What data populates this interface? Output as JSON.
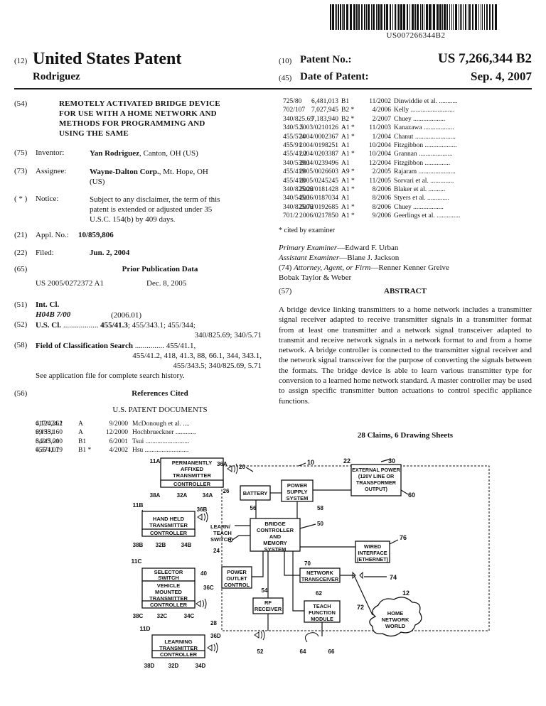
{
  "barcode_number": "US007266344B2",
  "header": {
    "code12": "(12)",
    "doc_type": "United States Patent",
    "inventor_surname": "Rodriguez",
    "code10": "(10)",
    "patent_no_label": "Patent No.:",
    "patent_no": "US 7,266,344 B2",
    "code45": "(45)",
    "date_label": "Date of Patent:",
    "date": "Sep. 4, 2007"
  },
  "biblio": {
    "title_code": "(54)",
    "title_lines": [
      "REMOTELY ACTIVATED BRIDGE DEVICE",
      "FOR USE WITH A HOME NETWORK AND",
      "METHODS FOR PROGRAMMING AND",
      "USING THE SAME"
    ],
    "inventor_code": "(75)",
    "inventor_label": "Inventor:",
    "inventor_name": "Yan Rodriguez",
    "inventor_loc": ", Canton, OH (US)",
    "assignee_code": "(73)",
    "assignee_label": "Assignee:",
    "assignee_name": "Wayne-Dalton Corp.",
    "assignee_loc_1": ", Mt. Hope, OH",
    "assignee_loc_2": "(US)",
    "notice_code": "( * )",
    "notice_label": "Notice:",
    "notice_lines": [
      "Subject to any disclaimer, the term of this",
      "patent is extended or adjusted under 35",
      "U.S.C. 154(b) by 409 days."
    ],
    "appl_code": "(21)",
    "appl_label": "Appl. No.:",
    "appl_no": "10/859,806",
    "filed_code": "(22)",
    "filed_label": "Filed:",
    "filed_date": "Jun. 2, 2004",
    "prior_code": "(65)",
    "prior_heading": "Prior Publication Data",
    "prior_pub": "US 2005/0272372 A1",
    "prior_date": "Dec. 8, 2005",
    "intcl_code": "(51)",
    "intcl_label": "Int. Cl.",
    "intcl_class": "H04B 7/00",
    "intcl_year": "(2006.01)",
    "uscl_code": "(52)",
    "uscl_label": "U.S. Cl.",
    "uscl_dots": "..................",
    "uscl_main": "455/41.3",
    "uscl_rest_1": "; 455/343.1; 455/344;",
    "uscl_rest_2": "340/825.69; 340/5.71",
    "field_code": "(58)",
    "field_label": "Field of Classification Search",
    "field_dots": "...............",
    "field_lines": [
      "455/41.1,",
      "455/41.2, 418, 41.3, 88, 66.1, 344, 343.1,",
      "455/343.5; 340/825.69, 5.71"
    ],
    "field_note": "See application file for complete search history.",
    "refs_code": "(56)",
    "refs_heading": "References Cited",
    "us_docs_heading": "U.S. PATENT DOCUMENTS",
    "cited_note": "* cited by examiner"
  },
  "left_refs": [
    {
      "num": "6,120,262",
      "kind": "A",
      "date": "9/2000",
      "name": "McDonough et al. ....",
      "cls": "417/424.1"
    },
    {
      "num": "6,155,160",
      "kind": "A",
      "date": "12/2000",
      "name": "Hochbrueckner ............",
      "cls": "99/331"
    },
    {
      "num": "6,243,000",
      "kind": "B1",
      "date": "6/2001",
      "name": "Tsui ..........................",
      "cls": "340/5.21"
    },
    {
      "num": "6,374,079",
      "kind": "B1 *",
      "date": "4/2002",
      "name": "Hsu ..........................",
      "cls": "455/11.1"
    }
  ],
  "right_refs": [
    {
      "num": "6,481,013",
      "kind": "B1",
      "date": "11/2002",
      "name": "Dinwiddie et al. ...........",
      "cls": "725/80"
    },
    {
      "num": "7,027,945",
      "kind": "B2 *",
      "date": "4/2006",
      "name": "Kelly ..........................",
      "cls": "702/107"
    },
    {
      "num": "7,183,940",
      "kind": "B2 *",
      "date": "2/2007",
      "name": "Chuey ...................",
      "cls": "340/825.69"
    },
    {
      "num": "2003/0210126",
      "kind": "A1 *",
      "date": "11/2003",
      "name": "Kanazawa ..................",
      "cls": "340/5.5"
    },
    {
      "num": "2004/0002367",
      "kind": "A1 *",
      "date": "1/2004",
      "name": "Chanut ........................",
      "cls": "455/574"
    },
    {
      "num": "2004/0198251",
      "kind": "A1",
      "date": "10/2004",
      "name": "Fitzgibbon ...................",
      "cls": "455/91"
    },
    {
      "num": "2004/0203387",
      "kind": "A1 *",
      "date": "10/2004",
      "name": "Grannan ....................",
      "cls": "455/41.2"
    },
    {
      "num": "2004/0239496",
      "kind": "A1",
      "date": "12/2004",
      "name": "Fitzgibbon ...............",
      "cls": "340/539.1"
    },
    {
      "num": "2005/0026603",
      "kind": "A9 *",
      "date": "2/2005",
      "name": "Rajaram ......................",
      "cls": "455/419"
    },
    {
      "num": "2005/0245245",
      "kind": "A1 *",
      "date": "11/2005",
      "name": "Sorvari et al. ..............",
      "cls": "455/418"
    },
    {
      "num": "2006/0181428",
      "kind": "A1 *",
      "date": "8/2006",
      "name": "Blaker et al. ..........",
      "cls": "340/825.22"
    },
    {
      "num": "2006/0187034",
      "kind": "A1",
      "date": "8/2006",
      "name": "Styers et al. .............",
      "cls": "340/545.1"
    },
    {
      "num": "2006/0192685",
      "kind": "A1 *",
      "date": "8/2006",
      "name": "Chuey ..................",
      "cls": "340/825.72"
    },
    {
      "num": "2006/0217850",
      "kind": "A1 *",
      "date": "9/2006",
      "name": "Geerlings et al. ..............",
      "cls": "701/2"
    }
  ],
  "examiners": {
    "primary_label": "Primary Examiner",
    "primary_name": "—Edward F. Urban",
    "assistant_label": "Assistant Examiner",
    "assistant_name": "—Blane J. Jackson",
    "attorney_code": "(74)",
    "attorney_label": "Attorney, Agent, or Firm",
    "attorney_name_1": "—Renner Kenner Greive",
    "attorney_name_2": "Bobak Taylor & Weber"
  },
  "abstract": {
    "code": "(57)",
    "heading": "ABSTRACT",
    "text": "A bridge device linking transmitters to a home network includes a transmitter signal receiver adapted to receive transmitter signals in a transmitter format from at least one transmitter and a network signal transceiver adapted to transmit and receive network signals in a network format to and from a home network. A bridge controller is connected to the transmitter signal receiver and the network signal transceiver for the purpose of converting the signals between the formats. The bridge device is able to learn various transmitter type for conversion to a learned home network standard. A master controller may be used to assign specific transmitter button actuations to control specific appliance functions.",
    "claims": "28 Claims, 6 Drawing Sheets"
  },
  "figure": {
    "labels": {
      "t11a": "11A",
      "pat_1": "PERMANENTLY",
      "pat_2": "AFFIXED",
      "pat_3": "TRANSMITTER",
      "ctrl": "CONTROLLER",
      "r38a": "38A",
      "r32a": "32A",
      "r34a": "34A",
      "r36a": "36A",
      "r20": "20",
      "r10": "10",
      "r22": "22",
      "r30": "30",
      "t11b": "11B",
      "hh_1": "HAND HELD",
      "hh_2": "TRANSMITTER",
      "r36b": "36B",
      "r38b": "38B",
      "r32b": "32B",
      "r34b": "34B",
      "lt_1": "LEARN/",
      "lt_2": "TEACH",
      "lt_3": "SWITCH",
      "r24": "24",
      "t11c": "11C",
      "sel_1": "SELECTOR",
      "sel_2": "SWITCH",
      "r40": "40",
      "vm_1": "VEHICLE",
      "vm_2": "MOUNTED",
      "vm_3": "TRANSMITTER",
      "r36c": "36C",
      "r38c": "38C",
      "r32c": "32C",
      "r34c": "34C",
      "t11d": "11D",
      "lrn_1": "LEARNING",
      "lrn_2": "TRANSMITTER",
      "r36d": "36D",
      "r38d": "38D",
      "r32d": "32D",
      "r34d": "34D",
      "r26": "26",
      "battery": "BATTERY",
      "r56": "56",
      "ps_1": "POWER",
      "ps_2": "SUPPLY",
      "ps_3": "SYSTEM",
      "r58": "58",
      "ext_1": "EXTERNAL POWER",
      "ext_2": "(120V LINE OR",
      "ext_3": "TRANSFORMER",
      "ext_4": "OUTPUT)",
      "r60": "60",
      "bc_1": "BRIDGE",
      "bc_2": "CONTROLLER",
      "bc_3": "AND",
      "bc_4": "MEMORY",
      "bc_5": "SYSTEM",
      "r50": "50",
      "wi_1": "WIRED",
      "wi_2": "INTERFACE",
      "wi_3": "(ETHERNET)",
      "r76": "76",
      "r70": "70",
      "po_1": "POWER",
      "po_2": "OUTLET",
      "po_3": "CONTROL",
      "nt_1": "NETWORK",
      "nt_2": "TRANSCEIVER",
      "r74": "74",
      "r54": "54",
      "r62": "62",
      "r12": "12",
      "r72": "72",
      "r28": "28",
      "rf_1": "RF",
      "rf_2": "RECEIVER",
      "tf_1": "TEACH",
      "tf_2": "FUNCTION",
      "tf_3": "MODULE",
      "hn_1": "HOME",
      "hn_2": "NETWORK",
      "hn_3": "WORLD",
      "r52": "52",
      "r64": "64",
      "r66": "66"
    }
  }
}
